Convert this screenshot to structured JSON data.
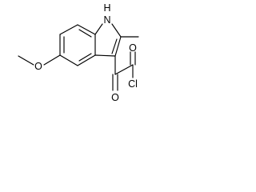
{
  "molecule": {
    "atom_labels": {
      "nh": "H",
      "n": "N",
      "o_methoxy": "O",
      "o_ketone": "O",
      "o_acyl": "O",
      "cl": "Cl"
    }
  }
}
